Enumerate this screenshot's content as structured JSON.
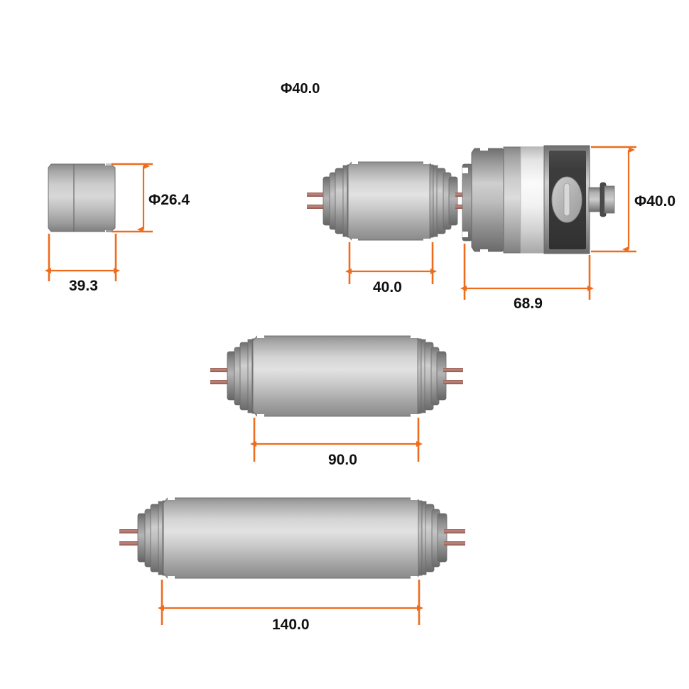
{
  "drawing": {
    "title_label": "Φ40.0",
    "units_implied": "mm",
    "line_color": "#ED6C1E",
    "text_color": "#111111",
    "background": "#FFFFFF",
    "body_metal_light": "#E8E8E8",
    "body_metal_mid": "#B8B8B8",
    "body_metal_dark": "#777777",
    "pin_color": "#B5756A",
    "gearbox_dark": "#3F3F3F"
  },
  "views": [
    {
      "id": "view-sleeve",
      "name": "plain-sleeve-view",
      "length_label": "39.3",
      "diameter_label": "Φ26.4"
    },
    {
      "id": "view-motor-40",
      "name": "motor-40-view",
      "length_label": "40.0"
    },
    {
      "id": "view-gearmotor-689",
      "name": "gearmotor-68.9-view",
      "length_label": "68.9",
      "diameter_label": "Φ40.0"
    },
    {
      "id": "view-motor-90",
      "name": "motor-90-view",
      "length_label": "90.0"
    },
    {
      "id": "view-motor-140",
      "name": "motor-140-view",
      "length_label": "140.0"
    }
  ],
  "dimension_labels": {
    "top_diameter": "Φ40.0",
    "sleeve_diameter": "Φ26.4",
    "sleeve_length": "39.3",
    "motor40_length": "40.0",
    "gearmotor_length": "68.9",
    "gearmotor_diameter": "Φ40.0",
    "motor90_length": "90.0",
    "motor140_length": "140.0"
  }
}
